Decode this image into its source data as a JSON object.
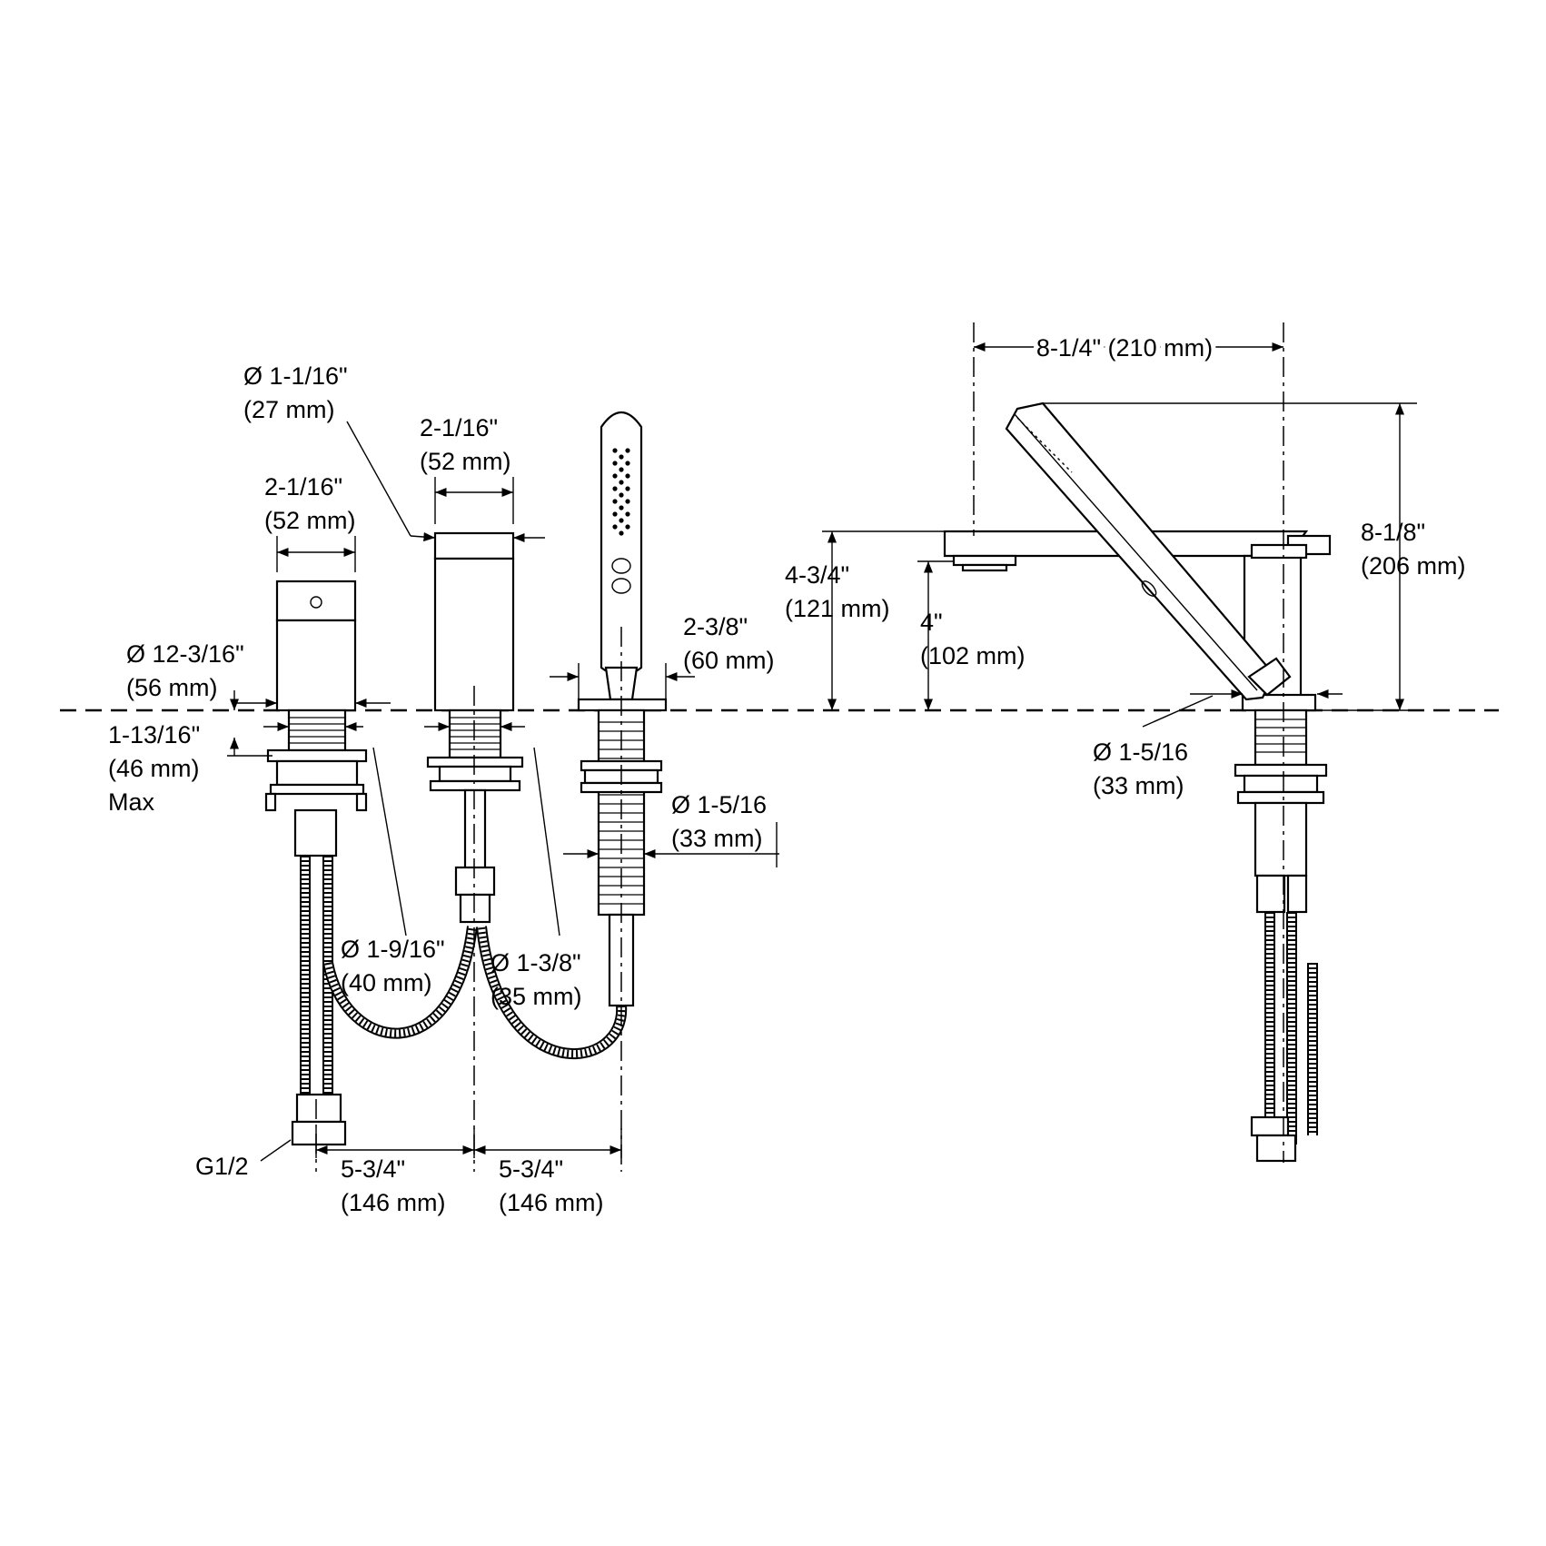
{
  "dimensions": {
    "handle_hole_dia": {
      "line1": "Ø 1-1/16\"",
      "line2": "(27 mm)"
    },
    "spout_width": {
      "line1": "2-1/16\"",
      "line2": "(52 mm)"
    },
    "handle_width": {
      "line1": "2-1/16\"",
      "line2": "(52 mm)"
    },
    "escutcheon_dia": {
      "line1": "Ø 12-3/16\"",
      "line2": "(56 mm)"
    },
    "deck_max": {
      "line1": "1-13/16\"",
      "line2": "(46 mm)",
      "line3": "Max"
    },
    "shank_dia_a": {
      "line1": "Ø 1-9/16\"",
      "line2": "(40 mm)"
    },
    "shank_dia_b": {
      "line1": "Ø 1-3/8\"",
      "line2": "(35 mm)"
    },
    "handshower_base": {
      "line1": "2-3/8\"",
      "line2": "(60 mm)"
    },
    "handshower_shank": {
      "line1": "Ø 1-5/16",
      "line2": "(33 mm)"
    },
    "connection": {
      "line1": "G1/2"
    },
    "spacing_left": {
      "line1": "5-3/4\"",
      "line2": "(146 mm)"
    },
    "spacing_right": {
      "line1": "5-3/4\"",
      "line2": "(146 mm)"
    },
    "spout_reach": {
      "line1": "8-1/4\" (210 mm)"
    },
    "overall_height": {
      "line1": "8-1/8\"",
      "line2": "(206 mm)"
    },
    "spout_top_height": {
      "line1": "4-3/4\"",
      "line2": "(121 mm)"
    },
    "spout_outlet_height": {
      "line1": "4\"",
      "line2": "(102 mm)"
    },
    "side_shank_dia": {
      "line1": "Ø 1-5/16",
      "line2": "(33 mm)"
    }
  }
}
